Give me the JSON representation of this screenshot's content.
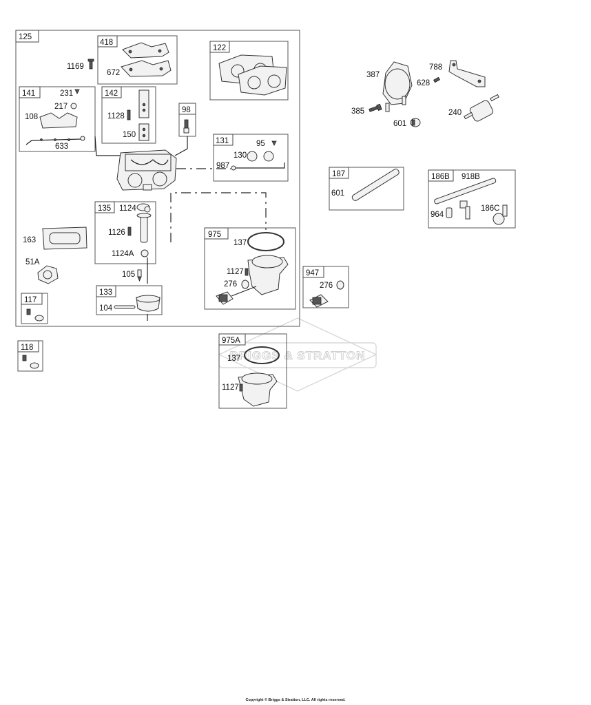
{
  "watermark": "BRIGGS & STRATTON",
  "copyright": "Copyright © Briggs & Stratton, LLC. All rights reserved.",
  "labels": {
    "kit_125": "125",
    "kit_418": "418",
    "p_1169": "1169",
    "p_672": "672",
    "kit_122": "122",
    "kit_141": "141",
    "p_231": "231",
    "p_217": "217",
    "p_108": "108",
    "p_633": "633",
    "kit_142": "142",
    "p_1128": "1128",
    "p_150": "150",
    "kit_98": "98",
    "kit_131": "131",
    "p_95": "95",
    "p_130": "130",
    "p_987": "987",
    "kit_135": "135",
    "p_1124": "1124",
    "p_1126": "1126",
    "p_1124a": "1124A",
    "p_163": "163",
    "p_51a": "51A",
    "kit_975": "975",
    "p_137_a": "137",
    "p_1127_a": "1127",
    "p_276_a": "276",
    "p_105": "105",
    "kit_133": "133",
    "p_104": "104",
    "kit_117": "117",
    "kit_947": "947",
    "p_276_b": "276",
    "kit_118": "118",
    "kit_975a": "975A",
    "p_137_b": "137",
    "p_1127_b": "1127",
    "p_387": "387",
    "p_788": "788",
    "p_628": "628",
    "p_385": "385",
    "p_601_a": "601",
    "p_240": "240",
    "kit_187": "187",
    "p_601_b": "601",
    "kit_186b": "186B",
    "p_918b": "918B",
    "p_964": "964",
    "p_186c": "186C"
  }
}
